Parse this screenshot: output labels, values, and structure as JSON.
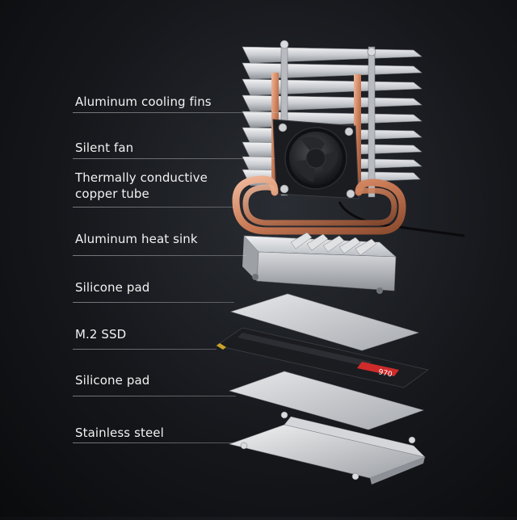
{
  "labels": [
    "Aluminum cooling fins",
    "Silent fan",
    "Thermally conductive",
    "copper tube",
    "Aluminum heat sink",
    "Silicone pad",
    "M.2 SSD",
    "Silicone pad",
    "Stainless steel"
  ],
  "ssd_label": "970"
}
